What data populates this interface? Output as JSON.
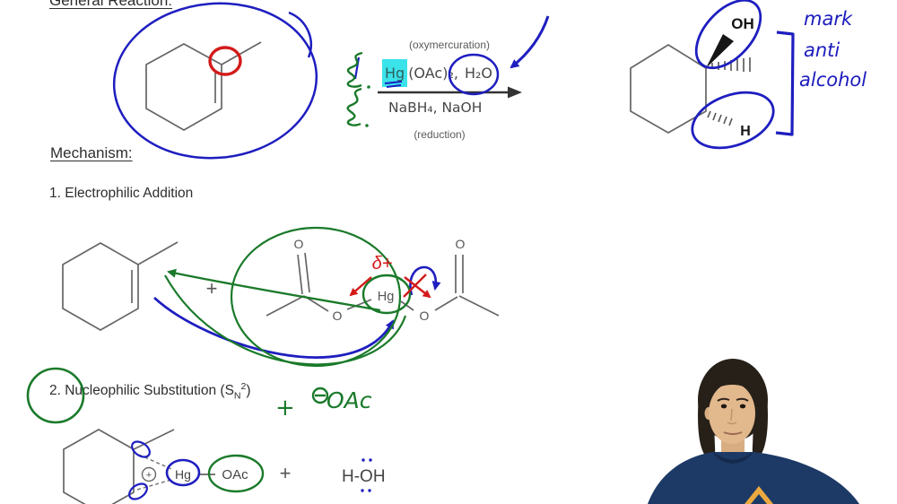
{
  "headings": {
    "general_reaction": "General Reaction:",
    "mechanism": "Mechanism:",
    "step1": "1. Electrophilic Addition",
    "step2_pre": "2. Nucleophilic Substitution (S",
    "step2_sub": "N",
    "step2_sup": "2",
    "step2_post": ")"
  },
  "reaction": {
    "top_note": "(oxymercuration)",
    "hg": "Hg",
    "oac_rest": "(OAc)₂,",
    "water": "H₂O",
    "bottom_reagents": "NaBH₄, NaOH",
    "bottom_note": "(reduction)"
  },
  "atoms": {
    "o": "O",
    "hg": "Hg",
    "oh": "OH",
    "h": "H",
    "oac": "OAc",
    "water_product": "H-OH",
    "plus": "+",
    "delta_plus": "δ+",
    "charge_plus": "+"
  },
  "handwriting": {
    "mark": "mark",
    "anti": "anti",
    "alcohol": "alcohol",
    "plus": "+",
    "oac_anion": "OAc"
  },
  "colors": {
    "ink_blue": "#1e1ec0",
    "ink_green": "#1a7a2a",
    "ink_red": "#d41a1a",
    "highlight_cyan": "#3ae3ea",
    "structure_gray": "#666666",
    "text_dark": "#2e2e2e",
    "shirt_navy": "#1d3a66",
    "logo_orange": "#eba93f"
  }
}
